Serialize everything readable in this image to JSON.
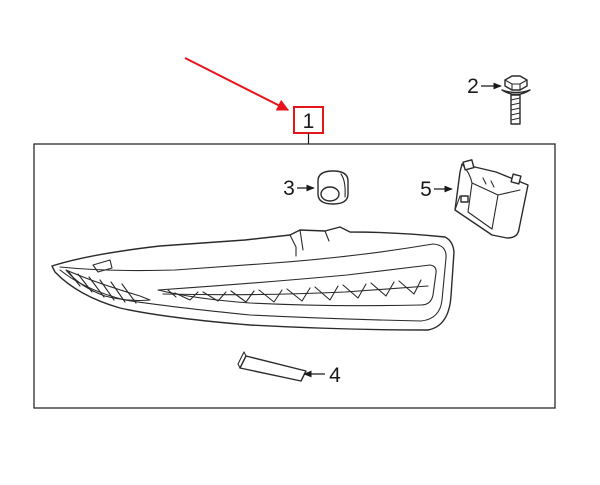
{
  "diagram": {
    "callouts": [
      {
        "number": "1",
        "highlighted": true
      },
      {
        "number": "2"
      },
      {
        "number": "3"
      },
      {
        "number": "4"
      },
      {
        "number": "5"
      }
    ]
  },
  "colors": {
    "highlight": "#e8141c",
    "line": "#2b2b2b",
    "background": "#ffffff"
  }
}
